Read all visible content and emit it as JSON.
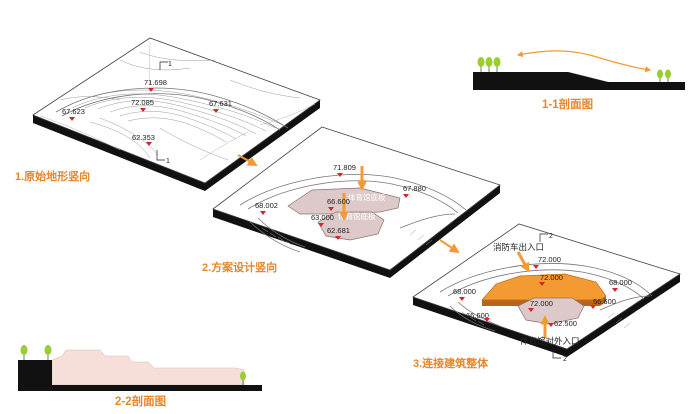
{
  "colors": {
    "accent": "#f39a33",
    "accent_text": "#e8862c",
    "marker": "#d9232c",
    "base": "#111111",
    "tree": "#9acd32",
    "building_light": "#ddc9c9",
    "terrain_pink": "#f6dfd8"
  },
  "steps": {
    "step1": "1.原始地形竖向",
    "step2": "2.方案设计竖向",
    "step3": "3.连接建筑整体"
  },
  "sections": {
    "s11": "1-1剖面图",
    "s22": "2-2剖面图",
    "mark1": "1",
    "mark2": "2"
  },
  "plot1": {
    "e_top": "71.698",
    "e_mid": "72.085",
    "e_left": "67.623",
    "e_right": "67.631",
    "e_bottom": "62.353"
  },
  "plot2": {
    "e_top": "71.809",
    "e_b1": "66.600",
    "e_b2": "63.000",
    "e_left": "68.002",
    "e_right": "67.880",
    "e_bottom": "62.681",
    "b1_label": "体育馆底板",
    "b2_label": "体育馆底板"
  },
  "plot3": {
    "e_72a": "72.000",
    "e_72b": "72.000",
    "e_72c": "72.000",
    "e_left": "68.000",
    "e_right": "68.000",
    "e_6660l": "66.600",
    "e_6660r": "56.600",
    "e_bottom": "62.500",
    "fire_entry": "消防车出入口",
    "gym_entry": "体育馆对外入口"
  }
}
